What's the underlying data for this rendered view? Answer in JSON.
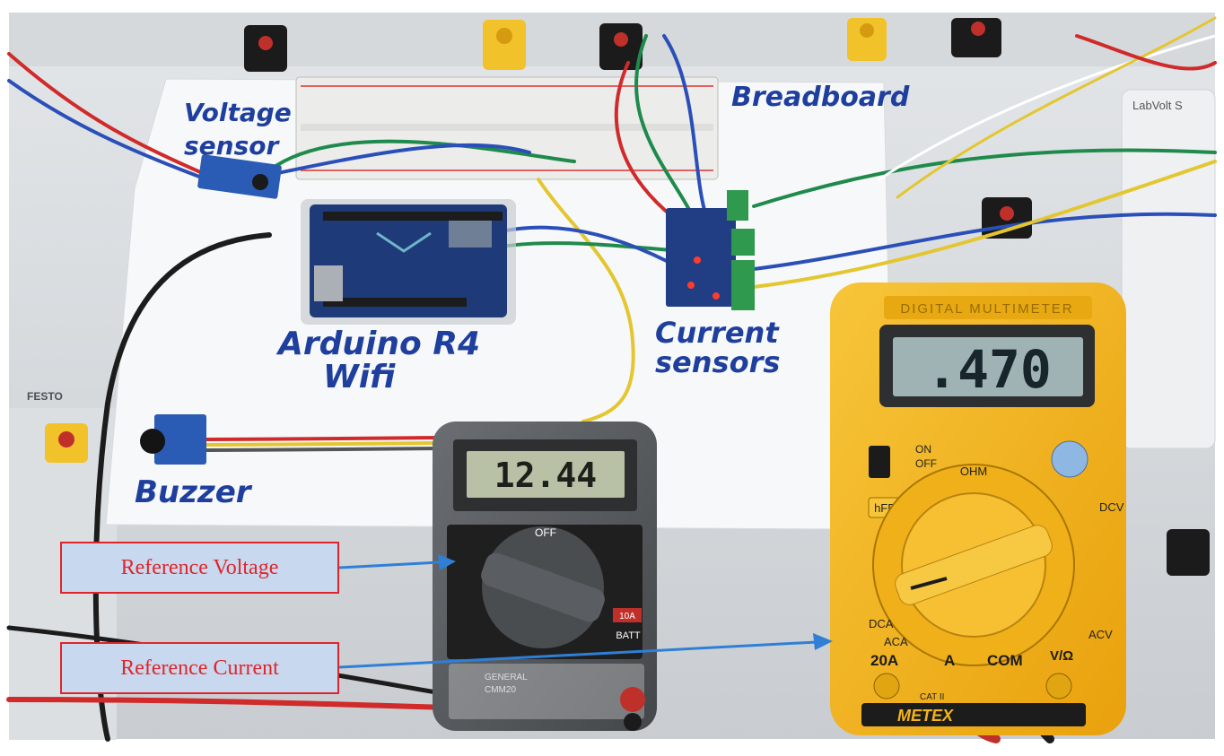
{
  "labels": {
    "voltage_sensor_1": "Voltage",
    "voltage_sensor_2": "sensor",
    "breadboard": "Breadboard",
    "arduino_1": "Arduino R4",
    "arduino_2": "Wifi",
    "current_sensors_1": "Current",
    "current_sensors_2": "sensors",
    "buzzer": "Buzzer"
  },
  "callouts": {
    "reference_voltage": "Reference Voltage",
    "reference_current": "Reference Current"
  },
  "meters": {
    "small_reading": "12.44",
    "large_reading": ".470",
    "large_title": "DIGITAL MULTIMETER",
    "large_brand": "METEX",
    "small_brand": "GENERAL",
    "small_model": "CMM20",
    "on_label": "ON",
    "off_label": "OFF",
    "hfe_label": "hFE",
    "jack_20a": "20A",
    "jack_a": "A",
    "jack_com": "COM",
    "jack_vohm": "V/Ω",
    "cat": "CAT II",
    "dcv": "DCV",
    "acv": "ACV",
    "dca": "DCA",
    "aca": "ACA",
    "ohm": "OHM",
    "small_off": "OFF",
    "small_batt": "BATT",
    "small_10a": "10A"
  },
  "bench": {
    "festo": "FESTO",
    "labvolt": "LabVolt S"
  },
  "colors": {
    "callout_text": "#e0252a",
    "callout_fill": "#c8d8ee",
    "marker_ink": "#1f3f9e",
    "arrow": "#2f7fd6",
    "yellow_meter": "#f4b418",
    "grey_meter": "#55595c"
  }
}
